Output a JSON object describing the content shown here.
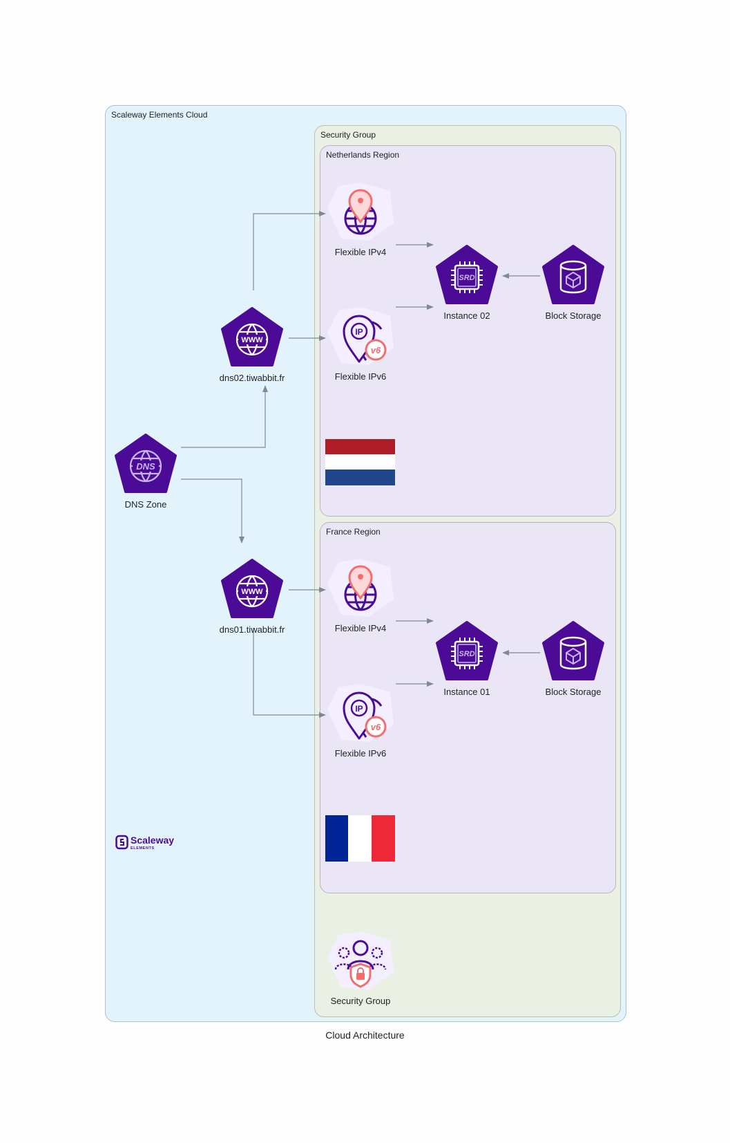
{
  "groups": {
    "cloud": "Scaleway Elements Cloud",
    "security_group": "Security Group",
    "netherlands": "Netherlands Region",
    "france": "France Region"
  },
  "nodes": {
    "dns_zone": {
      "label": "DNS Zone",
      "icon": "dns-icon"
    },
    "dns02": {
      "label": "dns02.tiwabbit.fr",
      "icon": "www-globe-icon"
    },
    "dns01": {
      "label": "dns01.tiwabbit.fr",
      "icon": "www-globe-icon"
    },
    "nl_ipv4": {
      "label": "Flexible IPv4",
      "icon": "location-globe-icon"
    },
    "nl_ipv6": {
      "label": "Flexible IPv6",
      "icon": "ip-v6-pin-icon"
    },
    "nl_instance": {
      "label": "Instance 02",
      "icon": "chip-srd-icon"
    },
    "nl_storage": {
      "label": "Block Storage",
      "icon": "storage-cylinder-icon"
    },
    "fr_ipv4": {
      "label": "Flexible IPv4",
      "icon": "location-globe-icon"
    },
    "fr_ipv6": {
      "label": "Flexible IPv6",
      "icon": "ip-v6-pin-icon"
    },
    "fr_instance": {
      "label": "Instance 01",
      "icon": "chip-srd-icon"
    },
    "fr_storage": {
      "label": "Block Storage",
      "icon": "storage-cylinder-icon"
    },
    "security_group": {
      "label": "Security Group",
      "icon": "users-shield-icon"
    }
  },
  "icon_text": {
    "dns": "DNS",
    "www": "WWW",
    "srd": "SRD",
    "ip": "IP",
    "v6": "v6"
  },
  "logo": {
    "brand": "Scaleway",
    "sub": "ELEMENTS"
  },
  "caption": "Cloud Architecture",
  "colors": {
    "purple": "#4b0b96",
    "accent": "#f26d6d",
    "edge": "#7d8a94"
  }
}
